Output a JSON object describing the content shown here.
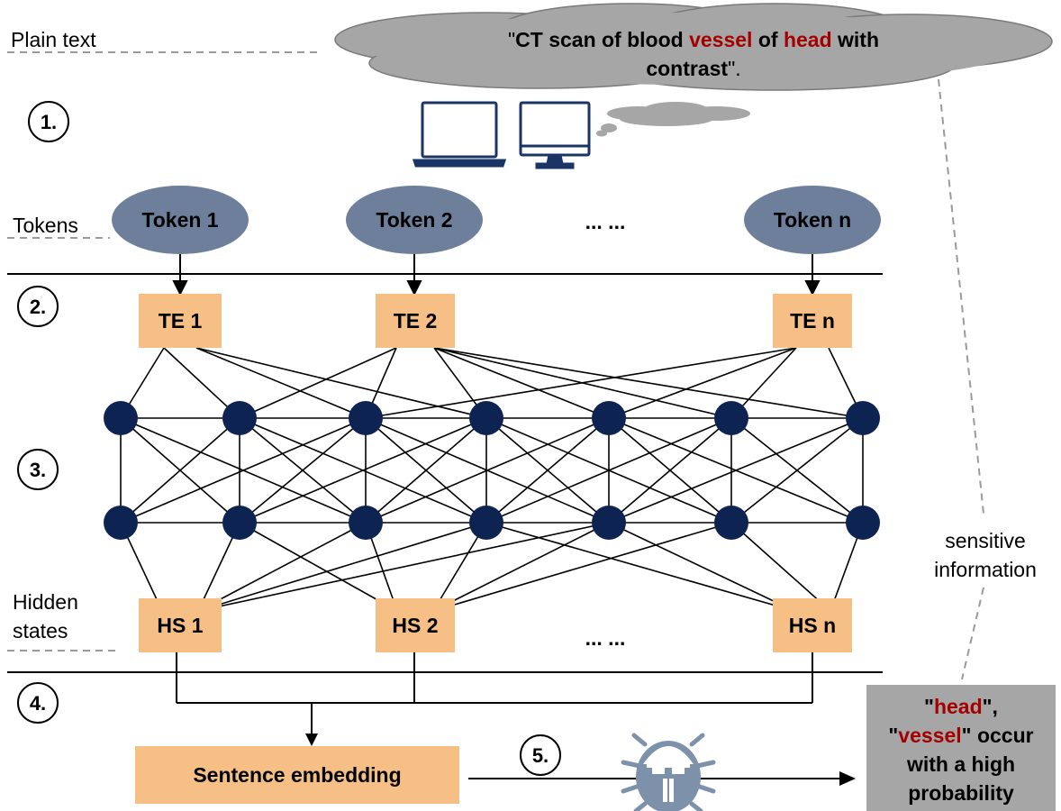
{
  "colors": {
    "node": "#0d2452",
    "token": "#6d7f9a",
    "box": "#f6bf85",
    "cloud": "#a6a6a6",
    "result_box": "#a6a6a6",
    "highlight": "#a40000",
    "device": "#1b3466",
    "bug": "#7d91ab"
  },
  "side_labels": {
    "plain_text": "Plain text",
    "tokens": "Tokens",
    "hidden_line1": "Hidden",
    "hidden_line2": "states",
    "sensitive_line1": "sensitive",
    "sensitive_line2": "information"
  },
  "steps": [
    "1.",
    "2.",
    "3.",
    "4.",
    "5."
  ],
  "cloud_text": {
    "line1_parts": [
      "\"",
      "CT scan of blood ",
      "vessel",
      " of ",
      "head",
      " with"
    ],
    "line2_parts": [
      "contrast",
      "\"."
    ]
  },
  "tokens": [
    "Token 1",
    "Token 2",
    "Token n"
  ],
  "ellipsis": "... ...",
  "token_embeddings": [
    "TE 1",
    "TE 2",
    "TE n"
  ],
  "hidden_states": [
    "HS 1",
    "HS 2",
    "HS n"
  ],
  "sentence_embedding": "Sentence embedding",
  "result": {
    "line1_parts": [
      "\"",
      "head",
      "\","
    ],
    "line2_parts": [
      "\"",
      "vessel",
      "\" occur"
    ],
    "line3": "with a high",
    "line4": "probability"
  },
  "icons": [
    "laptop-icon",
    "monitor-icon",
    "thought-cloud-icon",
    "hacker-bug-icon"
  ]
}
